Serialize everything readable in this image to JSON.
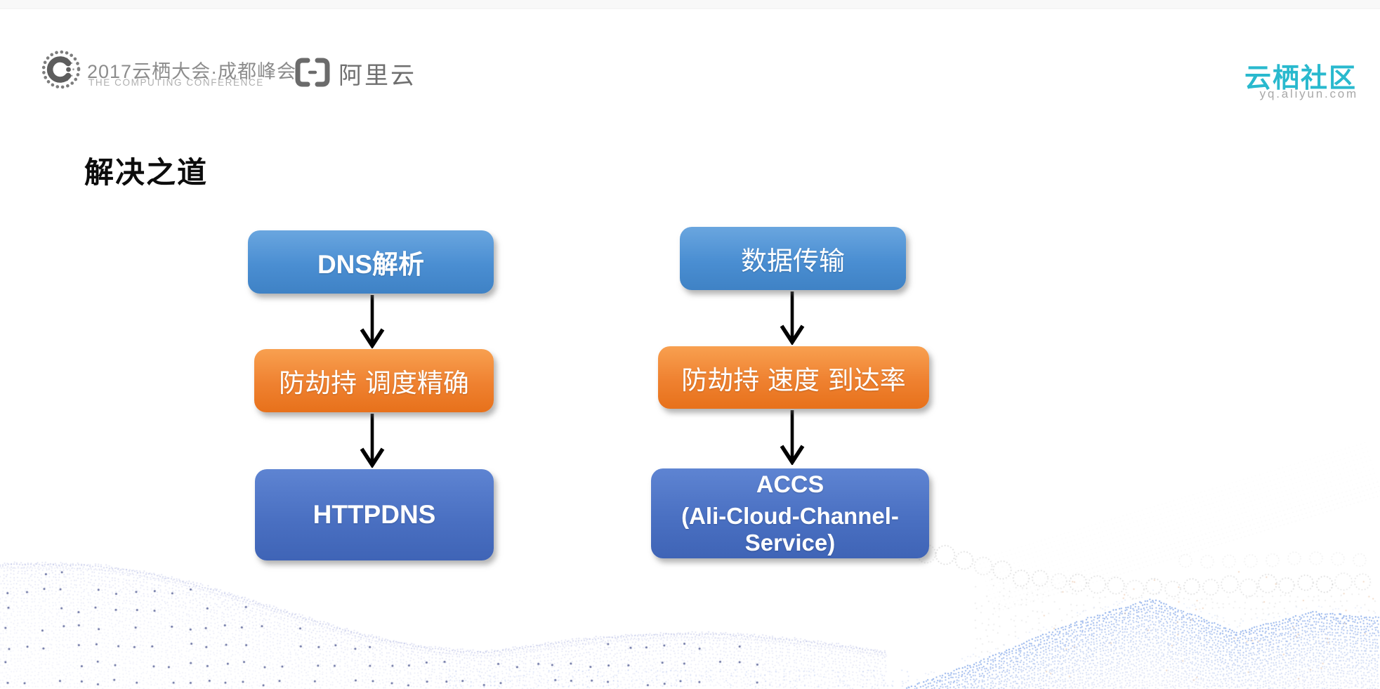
{
  "slide": {
    "title": "解决之道"
  },
  "header": {
    "conference": {
      "title": "2017云栖大会·成都峰会",
      "subtitle": "THE COMPUTING CONFERENCE"
    },
    "aliyun": "阿里云"
  },
  "community": {
    "name": "云栖社区",
    "domain": "yq.aliyun.com",
    "color": "#29b9ce"
  },
  "flows": [
    {
      "name": "dns-flow",
      "steps": [
        {
          "label": "DNS解析",
          "color": "blue"
        },
        {
          "label": "防劫持 调度精确",
          "color": "orange"
        },
        {
          "label": "HTTPDNS",
          "color": "navy"
        }
      ]
    },
    {
      "name": "transport-flow",
      "steps": [
        {
          "label": "数据传输",
          "color": "blue"
        },
        {
          "label": "防劫持 速度 到达率",
          "color": "orange"
        },
        {
          "label": "ACCS",
          "sublabel": "(Ali-Cloud-Channel-Service)",
          "color": "navy"
        }
      ]
    }
  ],
  "colors": {
    "box_blue": "#4a8ed2",
    "box_orange": "#ee7c28",
    "box_navy": "#4a70c2",
    "community_teal": "#29b9ce",
    "wave_blue": "#3d7de0",
    "wave_lavender": "#8a94d4",
    "logo_gray": "#6f6f6f"
  }
}
